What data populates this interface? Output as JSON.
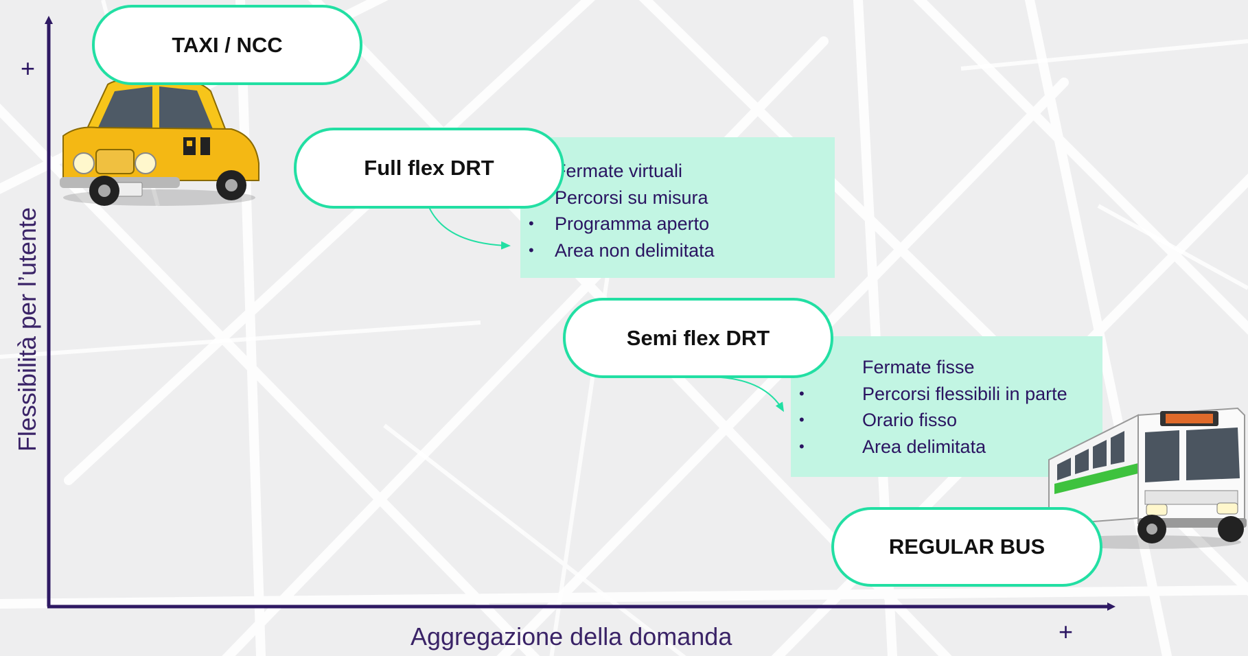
{
  "axes": {
    "x_label": "Aggregazione della domanda",
    "y_label": "Flessibilità per l’utente",
    "x_plus": "+",
    "y_plus": "+"
  },
  "colors": {
    "axis": "#2e1963",
    "pill_border": "#22dfa3",
    "info_fill": "#c2f5e3",
    "text_dark": "#2a1461"
  },
  "categories": {
    "taxi": {
      "label": "TAXI / NCC",
      "icon": "taxi-icon"
    },
    "full_flex": {
      "label": "Full flex DRT",
      "features": [
        "Fermate virtuali",
        "Percorsi su misura",
        "Programma aperto",
        "Area non delimitata"
      ]
    },
    "semi_flex": {
      "label": "Semi flex DRT",
      "features": [
        "Fermate fisse",
        "Percorsi flessibili in parte",
        "Orario fisso",
        "Area delimitata"
      ]
    },
    "regular_bus": {
      "label": "REGULAR BUS",
      "icon": "bus-icon"
    }
  }
}
